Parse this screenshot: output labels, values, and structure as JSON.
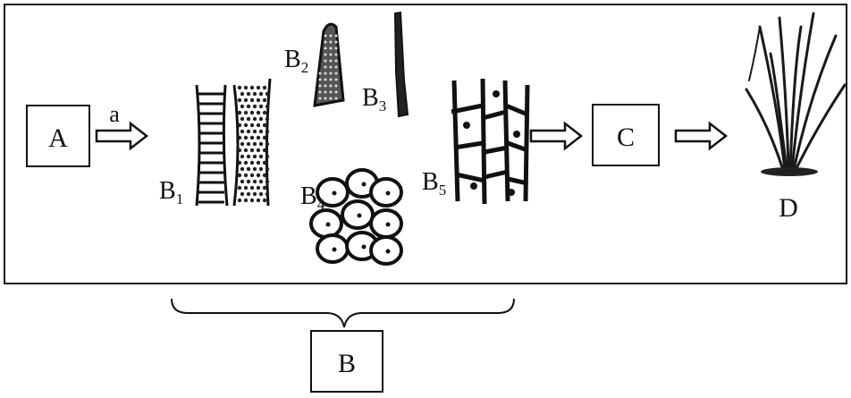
{
  "labels": {
    "A": "A",
    "a": "a",
    "B1": {
      "main": "B",
      "sub": "1"
    },
    "B2": {
      "main": "B",
      "sub": "2"
    },
    "B3": {
      "main": "B",
      "sub": "3"
    },
    "B4": {
      "main": "B",
      "sub": "4"
    },
    "B5": {
      "main": "B",
      "sub": "5"
    },
    "C": "C",
    "D": "D",
    "B": "B"
  },
  "colors": {
    "ink": "#111111",
    "background": "#ffffff"
  }
}
